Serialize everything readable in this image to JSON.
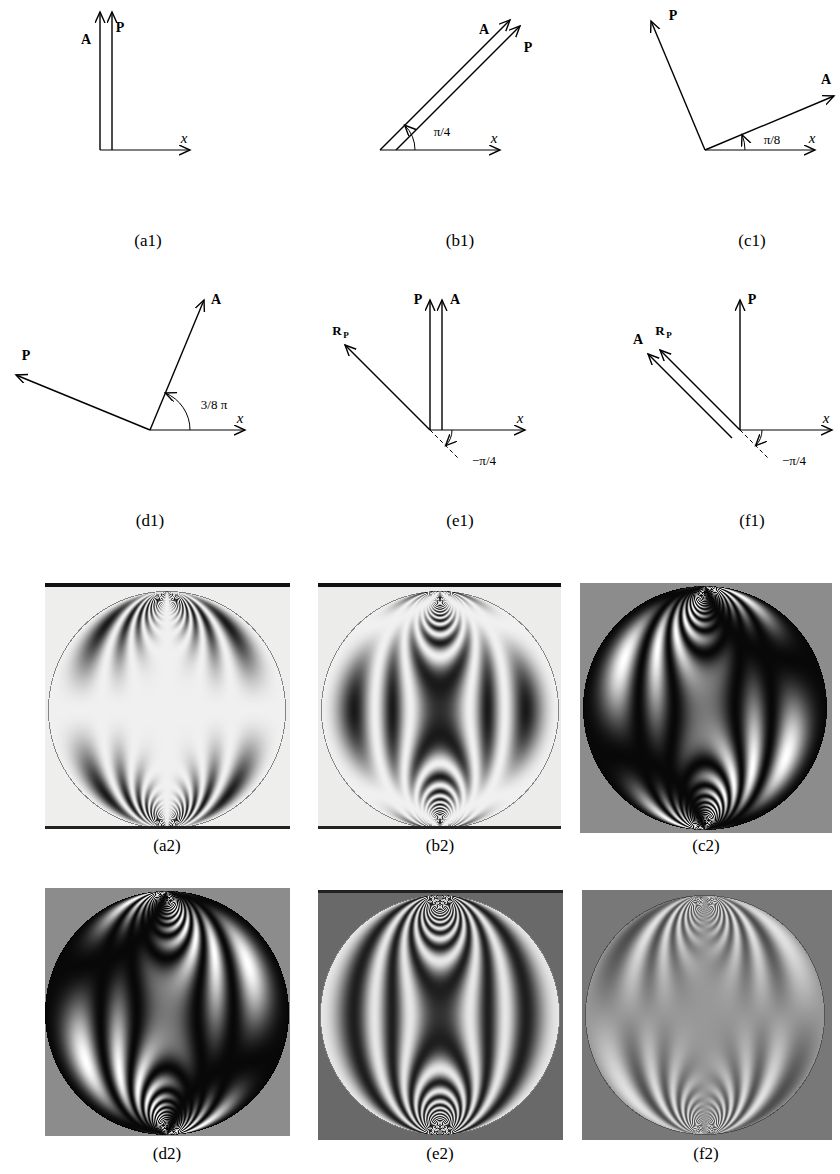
{
  "diagram": {
    "labels": [
      "A",
      "P",
      "x",
      "(a1)",
      "A",
      "P",
      "π/4",
      "x",
      "(b1)",
      "P",
      "A",
      "π/8",
      "x",
      "(c1)",
      "A",
      "P",
      "3/8 π",
      "x",
      "(d1)",
      "R",
      "P",
      "P",
      "A",
      "x",
      "−π/4",
      "(e1)",
      "A",
      "R",
      "P",
      "P",
      "x",
      "−π/4",
      "(f1)",
      "(a2)",
      "(b2)",
      "(c2)",
      "(d2)",
      "(e2)",
      "(f2)"
    ]
  }
}
